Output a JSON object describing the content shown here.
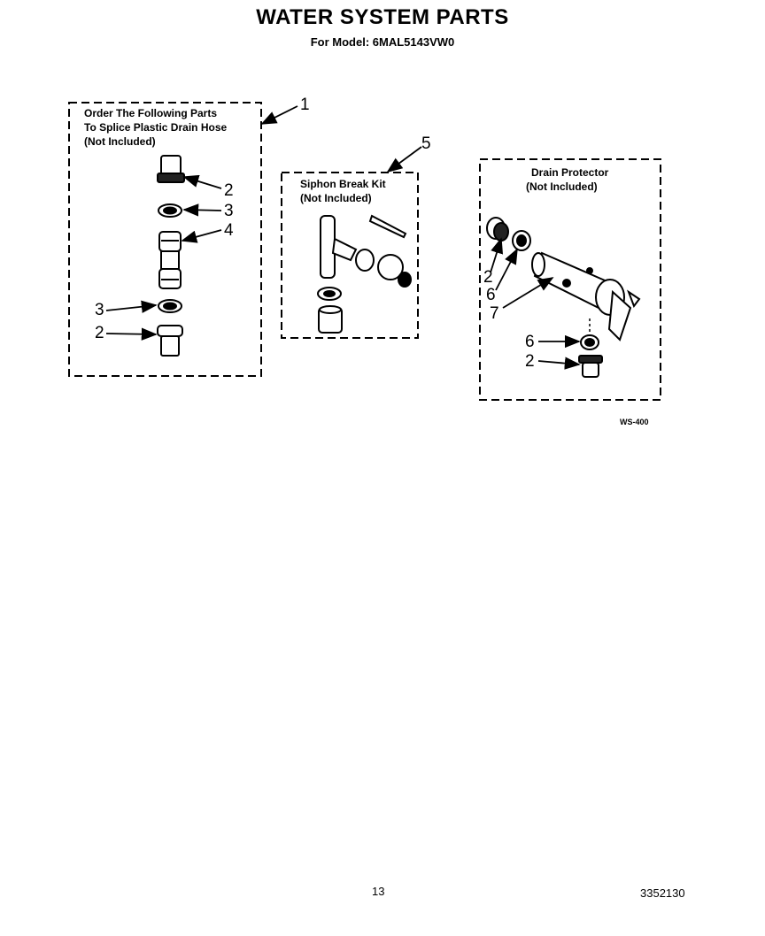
{
  "header": {
    "title": "WATER SYSTEM PARTS",
    "subtitle": "For Model: 6MAL5143VW0"
  },
  "boxes": {
    "splice": {
      "lines": [
        "Order The Following Parts",
        "To Splice Plastic Drain Hose",
        "(Not Included)"
      ]
    },
    "siphon": {
      "lines": [
        "Siphon Break Kit",
        "(Not Included)"
      ]
    },
    "drain": {
      "lines": [
        "Drain Protector",
        "(Not Included)"
      ]
    }
  },
  "callouts": {
    "splice_box": "1",
    "splice_coupler_top": "2",
    "splice_clamp_top": "3",
    "splice_connector": "4",
    "splice_clamp_bottom": "3",
    "splice_coupler_bottom": "2",
    "siphon_box": "5",
    "drain_coupler_left": "2",
    "drain_clamp_left": "6",
    "drain_protector": "7",
    "drain_clamp_bottom": "6",
    "drain_coupler_bottom": "2"
  },
  "diagram_code": "WS-400",
  "footer": {
    "page_number": "13",
    "doc_number": "3352130"
  }
}
